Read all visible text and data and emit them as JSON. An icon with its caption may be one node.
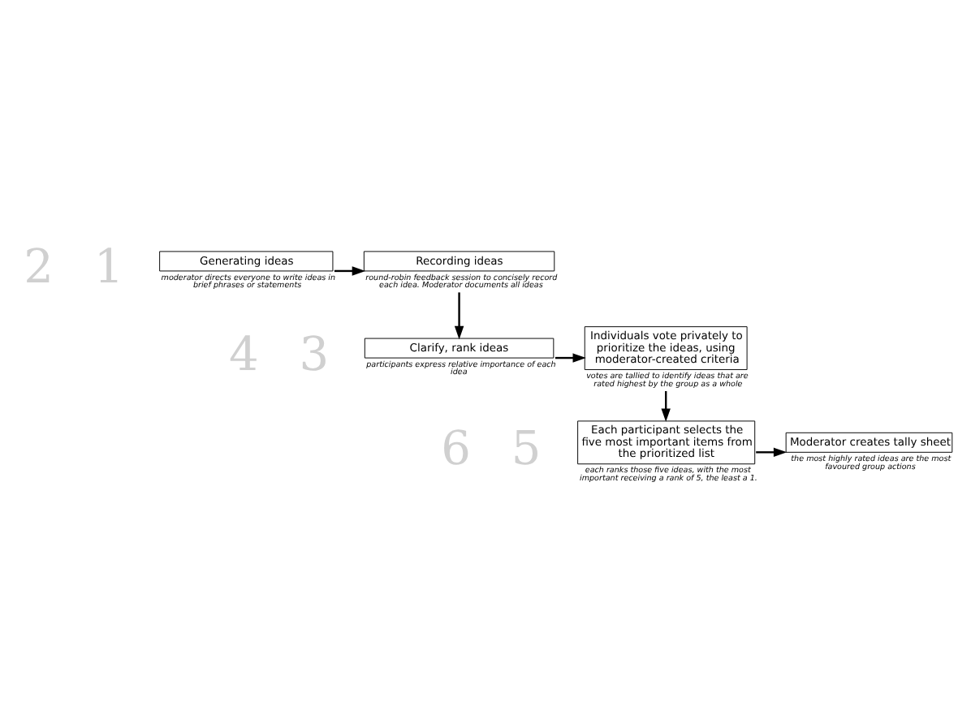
{
  "diagram": {
    "nodes": [
      {
        "text": [
          "Generating ideas"
        ],
        "beside": [
          "moderator directs everyone to write ideas in brief phrases or statements"
        ]
      },
      {
        "text": [
          "Recording ideas"
        ],
        "beside": [
          "round-robin feedback session to concisely record each idea. Moderator documents all ideas"
        ]
      },
      {
        "text": [
          "Clarify, rank ideas"
        ],
        "beside": [
          "participants express relative importance of each idea"
        ]
      },
      {
        "text": [
          "Individuals vote privately to prioritize the ideas, using moderator-created criteria"
        ],
        "beside": [
          "votes are tallied to identify ideas that are rated highest by the group as a whole"
        ]
      },
      {
        "text": [
          "Each participant selects the five most important items from the prioritized list"
        ],
        "beside": [
          "each ranks those five ideas, with the most important receiving a rank of 5, the least a 1."
        ]
      },
      {
        "text": [
          "Moderator creates tally sheet"
        ],
        "beside": [
          "the most highly rated ideas are the most favoured group actions"
        ]
      }
    ],
    "edges": [
      {
        "from": 0,
        "to": 1,
        "arrow": "to"
      },
      {
        "from": 1,
        "to": 2,
        "arrow": "to"
      },
      {
        "from": 2,
        "to": 3,
        "arrow": "to"
      },
      {
        "from": 3,
        "to": 4,
        "arrow": "to"
      },
      {
        "from": 4,
        "to": 5,
        "arrow": "to"
      }
    ],
    "labels": [
      "1",
      "2",
      "3",
      "4",
      "5",
      "6"
    ]
  }
}
